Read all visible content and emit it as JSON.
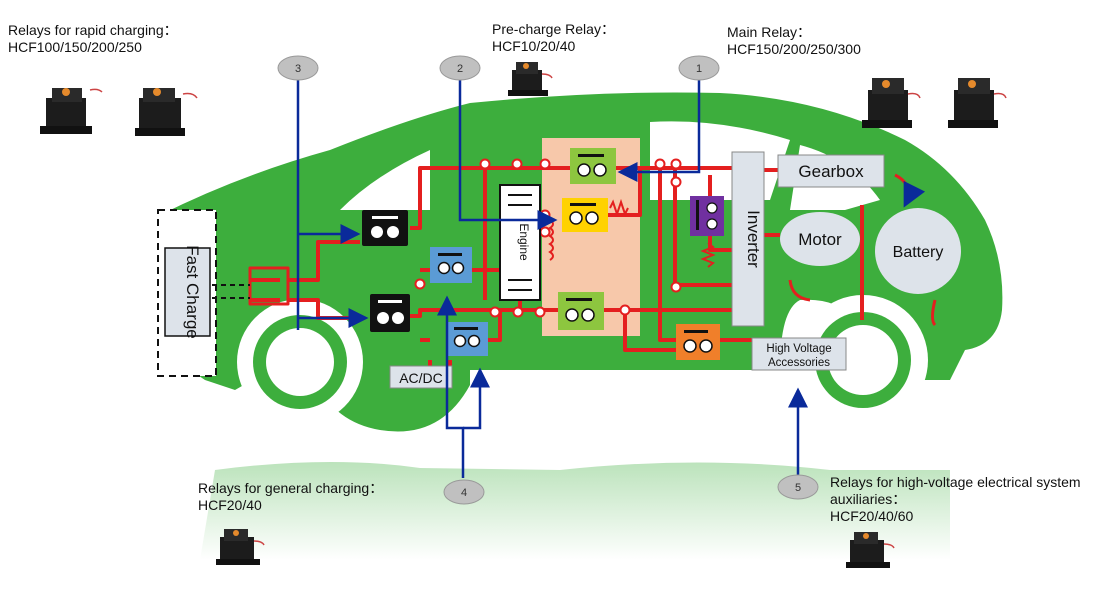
{
  "captions": {
    "rapid": {
      "title": "Relays for rapid charging：",
      "models": "HCF100/150/200/250"
    },
    "precharge": {
      "title": "Pre-charge Relay：",
      "models": "HCF10/20/40"
    },
    "main": {
      "title": "Main Relay：",
      "models": "HCF150/200/250/300"
    },
    "general": {
      "title": "Relays for general charging：",
      "models": "HCF20/40"
    },
    "hv_aux": {
      "line1": "Relays for high-voltage electrical system",
      "line2": "auxiliaries：",
      "models": "HCF20/40/60"
    }
  },
  "markers": [
    "1",
    "2",
    "3",
    "4",
    "5"
  ],
  "components": {
    "fast_charge": "Fast Charge",
    "gearbox": "Gearbox",
    "inverter": "Inverter",
    "motor": "Motor",
    "battery": "Battery",
    "engine": "Engine",
    "acdc": "AC/DC",
    "hv_accessories": {
      "line1": "High Voltage",
      "line2": "Accessories"
    }
  },
  "colors": {
    "car_body": "#3dae3d",
    "wiring": "#e41f1f",
    "callout": "#0a2a9a",
    "precharge_zone": "#f7c8aa",
    "relay_black": "#111111",
    "relay_blue": "#5b9bd5",
    "relay_green": "#8dc63f",
    "relay_yellow": "#ffd200",
    "relay_orange": "#f07f2a",
    "relay_purple": "#7030a0",
    "box_fill": "#dde3ea"
  }
}
